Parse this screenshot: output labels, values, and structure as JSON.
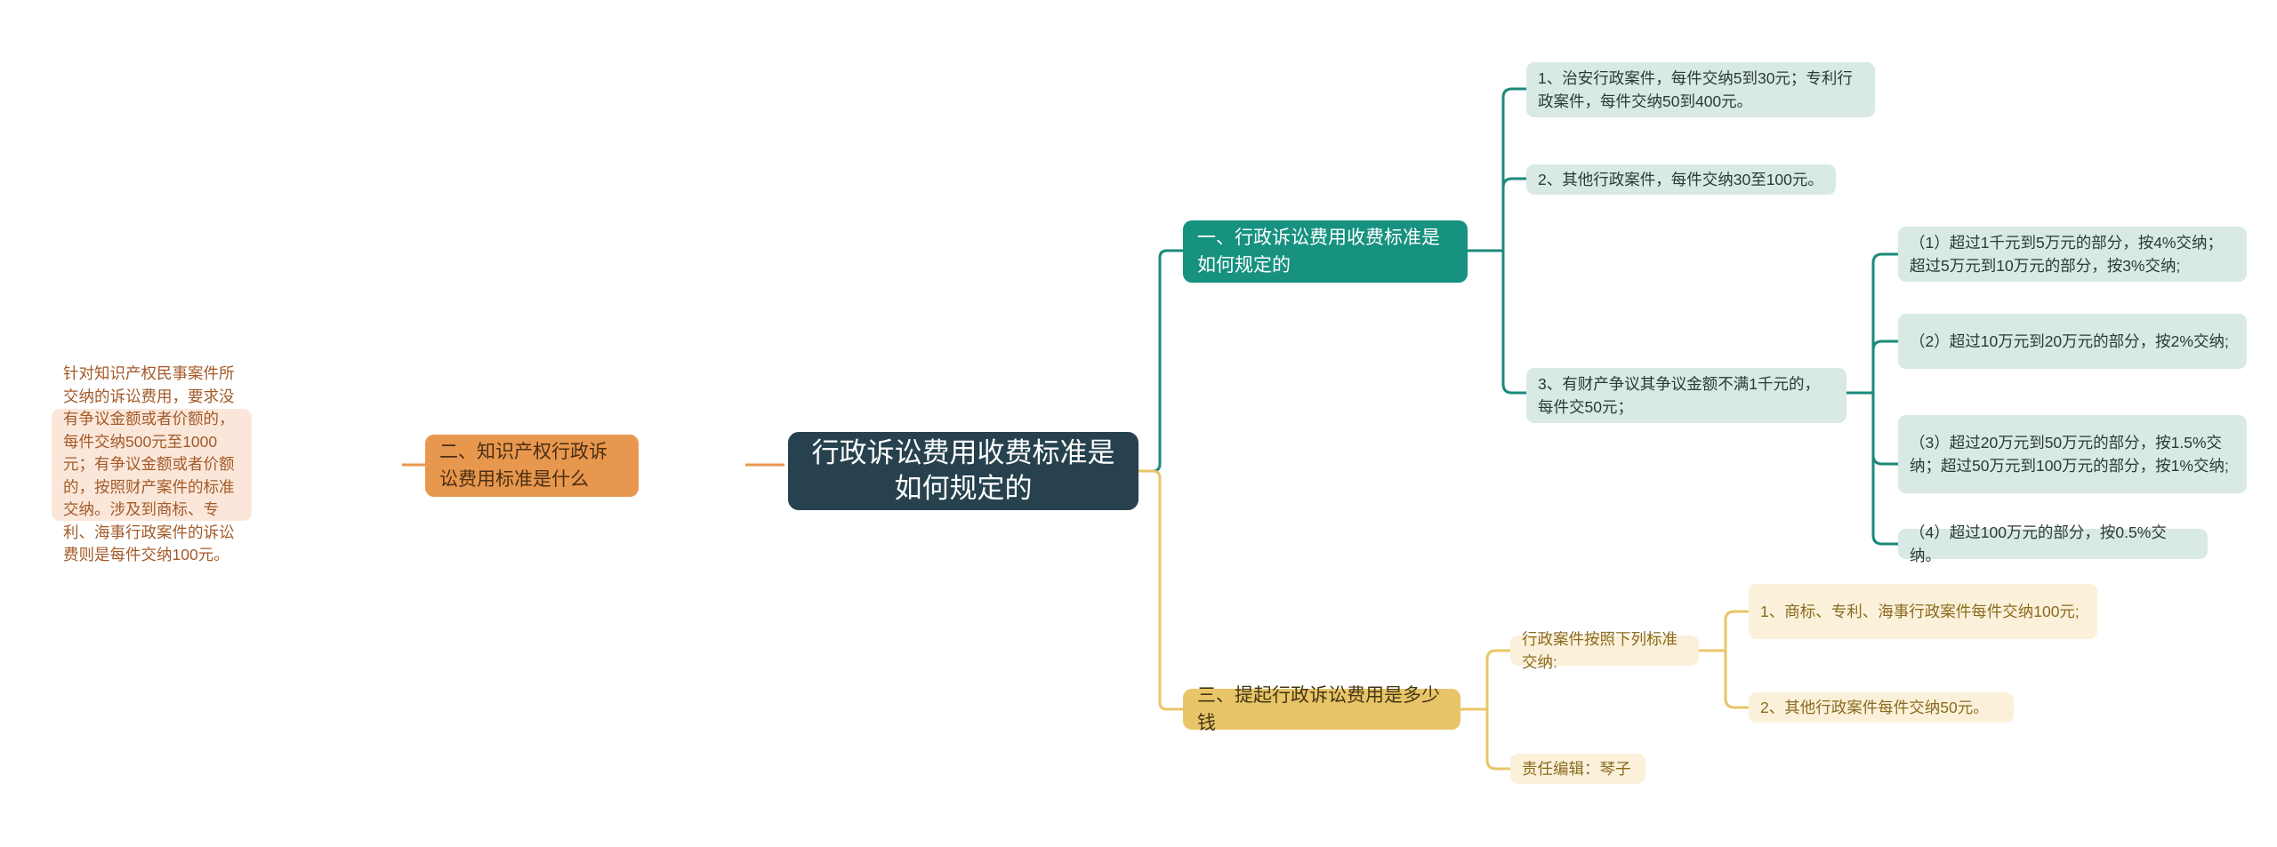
{
  "diagram": {
    "type": "mind-map",
    "title": "行政诉讼费用收费标准是如何规定的",
    "colors": {
      "root_bg": "#27424e",
      "branch_teal": "#179180",
      "branch_orange": "#e8974e",
      "branch_gold": "#e8c569",
      "leaf_pale_teal": "#d9e9e4",
      "leaf_peach": "#fbe7da",
      "leaf_cream": "#fbf1da",
      "link_teal": "#1a8a7a",
      "link_orange": "#e8974e",
      "link_gold": "#e8c569"
    }
  },
  "root": {
    "label": "行政诉讼费用收费标准是如何规定的"
  },
  "branches": {
    "b1": {
      "label": "一、行政诉讼费用收费标准是如何规定的",
      "children": [
        {
          "label": "1、治安行政案件，每件交纳5到30元；专利行政案件，每件交纳50到400元。"
        },
        {
          "label": "2、其他行政案件，每件交纳30至100元。"
        },
        {
          "label": "3、有财产争议其争议金额不满1千元的，每件交50元；",
          "children": [
            {
              "label": "（1）超过1千元到5万元的部分，按4%交纳；超过5万元到10万元的部分，按3%交纳;"
            },
            {
              "label": "（2）超过10万元到20万元的部分，按2%交纳;"
            },
            {
              "label": "（3）超过20万元到50万元的部分，按1.5%交纳；超过50万元到100万元的部分，按1%交纳;"
            },
            {
              "label": "（4）超过100万元的部分，按0.5%交纳。"
            }
          ]
        }
      ]
    },
    "b2": {
      "label": "二、知识产权行政诉讼费用标准是什么",
      "children": [
        {
          "label": "针对知识产权民事案件所交纳的诉讼费用，要求没有争议金额或者价额的，每件交纳500元至1000元；有争议金额或者价额的，按照财产案件的标准交纳。涉及到商标、专利、海事行政案件的诉讼费则是每件交纳100元。"
        }
      ]
    },
    "b3": {
      "label": "三、提起行政诉讼费用是多少钱",
      "children": [
        {
          "label": "行政案件按照下列标准交纳:",
          "children": [
            {
              "label": "1、商标、专利、海事行政案件每件交纳100元;"
            },
            {
              "label": "2、其他行政案件每件交纳50元。"
            }
          ]
        },
        {
          "label": "责任编辑：琴子"
        }
      ]
    }
  }
}
